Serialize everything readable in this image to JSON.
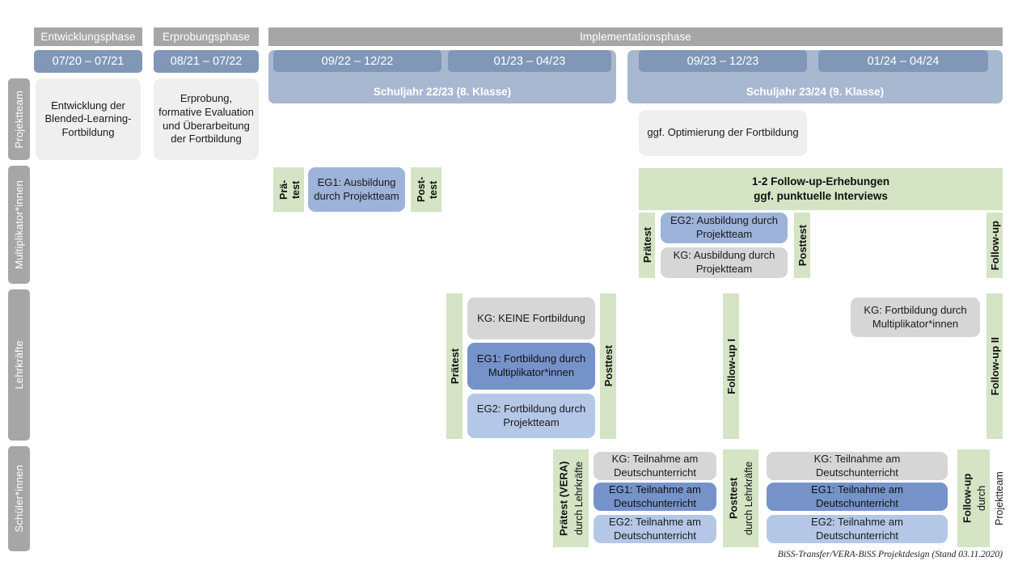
{
  "diagram": {
    "title": "BiSS-Transfer/VERA-BiSS Projektdesign",
    "footer": "BiSS-Transfer/VERA-BiSS Projektdesign (Stand 03.11.2020)"
  },
  "phases": [
    {
      "label": "Entwicklungsphase"
    },
    {
      "label": "Erprobungsphase"
    },
    {
      "label": "Implementationsphase"
    }
  ],
  "periods": [
    {
      "label": "07/20 – 07/21"
    },
    {
      "label": "08/21 – 07/22"
    },
    {
      "label": "09/22 – 12/22"
    },
    {
      "label": "01/23 – 04/23"
    },
    {
      "label": "09/23 – 12/23"
    },
    {
      "label": "01/24 – 04/24"
    }
  ],
  "school_years": [
    {
      "label": "Schuljahr 22/23 (8. Klasse)"
    },
    {
      "label": "Schuljahr 23/24 (9. Klasse)"
    }
  ],
  "roles": [
    {
      "label": "Projektteam"
    },
    {
      "label": "Multiplikator*innen"
    },
    {
      "label": "Lehrkräfte"
    },
    {
      "label": "Schüler*innen"
    }
  ],
  "projektteam": {
    "entwicklung": "Entwicklung der Blended-Learning-Fortbildung",
    "erprobung": "Erprobung, formative Evaluation und Überarbeitung der Fortbildung",
    "optimierung": "ggf. Optimierung der Fortbildung"
  },
  "multiplikatoren": {
    "praetest_l1": "Prä-",
    "praetest_l2": "test",
    "posttest_l1": "Post-",
    "posttest_l2": "test",
    "eg1_ausbildung": "EG1: Ausbildung durch Projektteam",
    "followup_band_l1": "1-2 Follow-up-Erhebungen",
    "followup_band_l2": "ggf. punktuelle Interviews",
    "praetest2": "Prätest",
    "posttest2": "Posttest",
    "followup": "Follow-up",
    "eg2_ausbildung": "EG2:  Ausbildung durch Projektteam",
    "kg_ausbildung": "KG: Ausbildung durch Projektteam"
  },
  "lehrkraefte": {
    "praetest": "Prätest",
    "posttest": "Posttest",
    "followup1": "Follow-up I",
    "followup2": "Follow-up II",
    "kg_keine": "KG:  KEINE Fortbildung",
    "eg1_fortbildung": "EG1: Fortbildung durch Multiplikator*innen",
    "eg2_fortbildung": "EG2: Fortbildung durch Projektteam",
    "kg_fortbildung": "KG: Fortbildung durch Multiplikator*innen"
  },
  "schuelerinnen": {
    "praetest_vera": "Prätest (VERA)",
    "praetest_vera_sub": "durch Lehrkräfte",
    "posttest": "Posttest",
    "posttest_sub": "durch Lehrkräfte",
    "followup": "Follow-up",
    "followup_sub": "durch",
    "followup_sub2": "Projektteam",
    "block1": [
      {
        "label": "KG: Teilnahme am Deutschunterricht",
        "style": "gray"
      },
      {
        "label": "EG1: Teilnahme am Deutschunterricht",
        "style": "blue-dark"
      },
      {
        "label": "EG2: Teilnahme am Deutschunterricht",
        "style": "blue-pale"
      }
    ],
    "block2": [
      {
        "label": "KG: Teilnahme am Deutschunterricht",
        "style": "gray"
      },
      {
        "label": "EG1: Teilnahme am Deutschunterricht",
        "style": "blue-dark"
      },
      {
        "label": "EG2: Teilnahme am Deutschunterricht",
        "style": "blue-pale"
      }
    ]
  },
  "colors": {
    "gray_header": "#a6a6a6",
    "blue_date": "#8097b7",
    "blue_year": "#a9b8d1",
    "green_test": "#d4e4c4",
    "card_light_gray": "#efefef",
    "card_gray": "#d6d6d6",
    "card_blue_pale": "#b4c7e7",
    "card_blue_mid": "#9db3da",
    "card_blue_dark": "#7593c9"
  }
}
